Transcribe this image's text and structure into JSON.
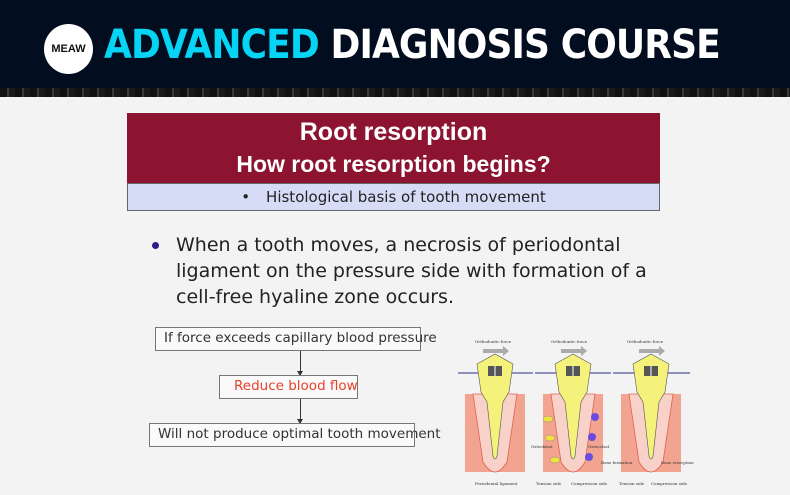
{
  "header": {
    "logo_text": "MEAW",
    "title_accent": "ADVANCED",
    "title_rest": "DIAGNOSIS COURSE"
  },
  "slide": {
    "title": "Root resorption",
    "subtitle": "How root resorption begins?",
    "topic_bullet": "•",
    "topic": "Histological basis of tooth movement",
    "body": "When a tooth moves, a necrosis of periodontal ligament on the pressure side with formation of a cell-free hyaline zone occurs.",
    "flow": [
      "If force exceeds capillary blood pressure",
      "Reduce blood flow",
      "Will not produce optimal tooth movement"
    ],
    "figure": {
      "force_label": "Orthodontic force",
      "labels": [
        "Periodontal ligament",
        "Tension side",
        "Compression side",
        "Osteoblast",
        "Osteoclast",
        "Bone formation",
        "Bone resorption"
      ]
    }
  },
  "colors": {
    "header_bg": "#020d1f",
    "accent": "#06d4f5",
    "title_bg": "#8c1430",
    "subtitle_bg": "#d7dcf6",
    "flow_highlight": "#e8402a"
  }
}
